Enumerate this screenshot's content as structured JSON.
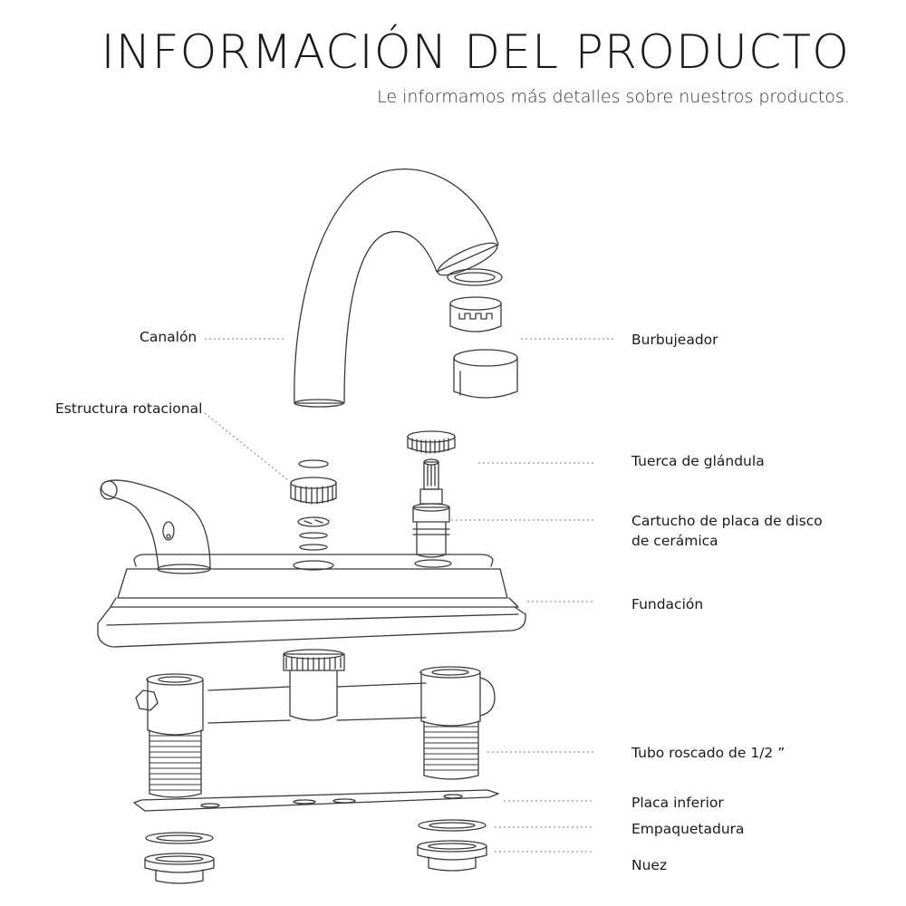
{
  "header": {
    "title": "INFORMACIÓN DEL PRODUCTO",
    "subtitle": "Le informamos más detalles sobre nuestros productos."
  },
  "labels": {
    "canalon": "Canalón",
    "estructura": "Estructura rotacional",
    "burbujeador": "Burbujeador",
    "tuerca": "Tuerca de glándula",
    "cartucho_1": "Cartucho de placa de disco",
    "cartucho_2": "de cerámica",
    "fundacion": "Fundación",
    "tubo": "Tubo roscado de 1/2 ”",
    "placa": "Placa inferior",
    "empaquetadura": "Empaquetadura",
    "nuez": "Nuez"
  },
  "colors": {
    "line": "#3a3a3a",
    "leader": "#7a7a7a"
  }
}
